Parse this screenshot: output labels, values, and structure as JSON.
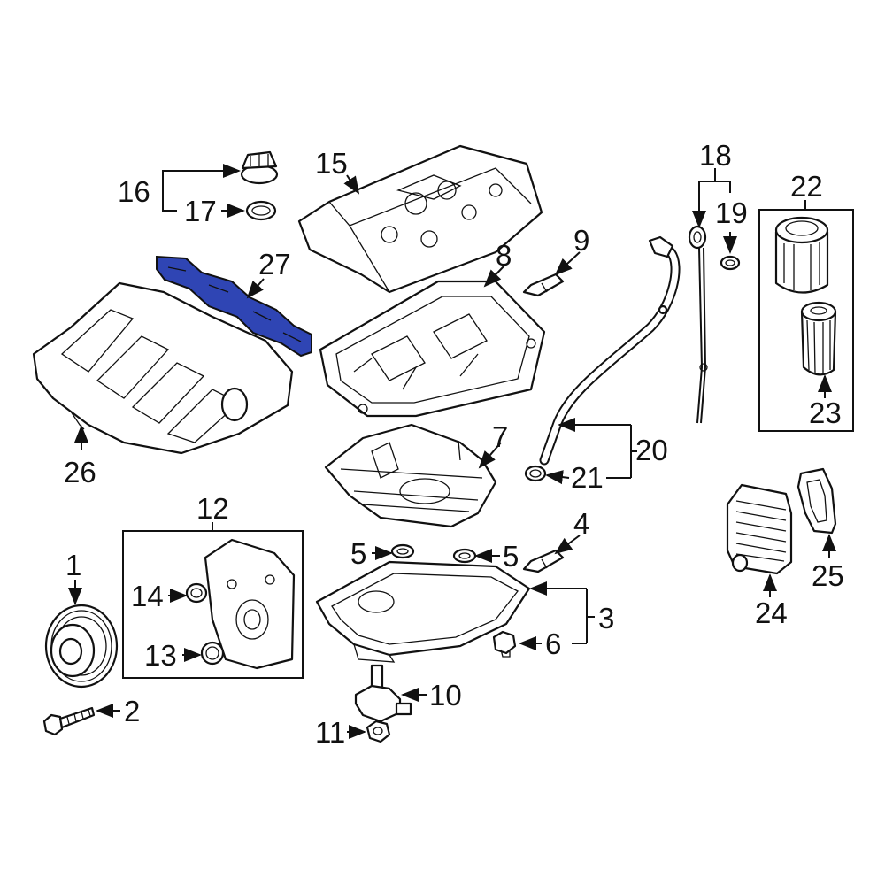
{
  "diagram": {
    "callouts": {
      "c1": "1",
      "c2": "2",
      "c3": "3",
      "c4": "4",
      "c5a": "5",
      "c5b": "5",
      "c6": "6",
      "c7": "7",
      "c8": "8",
      "c9": "9",
      "c10": "10",
      "c11": "11",
      "c12": "12",
      "c13": "13",
      "c14": "14",
      "c15": "15",
      "c16": "16",
      "c17": "17",
      "c18": "18",
      "c19": "19",
      "c20": "20",
      "c21": "21",
      "c22": "22",
      "c23": "23",
      "c24": "24",
      "c25": "25",
      "c26": "26",
      "c27": "27"
    },
    "highlight_color": "#2f45b4",
    "highlighted_part": "27"
  }
}
